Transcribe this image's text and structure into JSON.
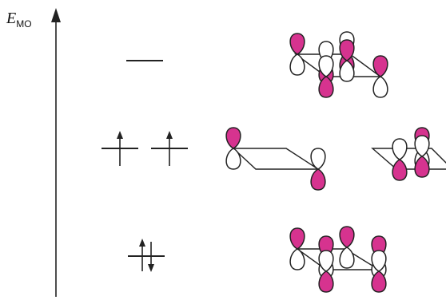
{
  "diagram": {
    "axis": {
      "symbol": "E",
      "subscript": "MO"
    },
    "colors": {
      "lobe_fill": "#d6338f",
      "stroke": "#222222",
      "background": "#ffffff"
    },
    "levels": [
      {
        "name": "upper-level",
        "electrons": 0
      },
      {
        "name": "degenerate-level",
        "electrons": 2,
        "degenerate": true
      },
      {
        "name": "lowest-level",
        "electrons": 2
      }
    ]
  }
}
